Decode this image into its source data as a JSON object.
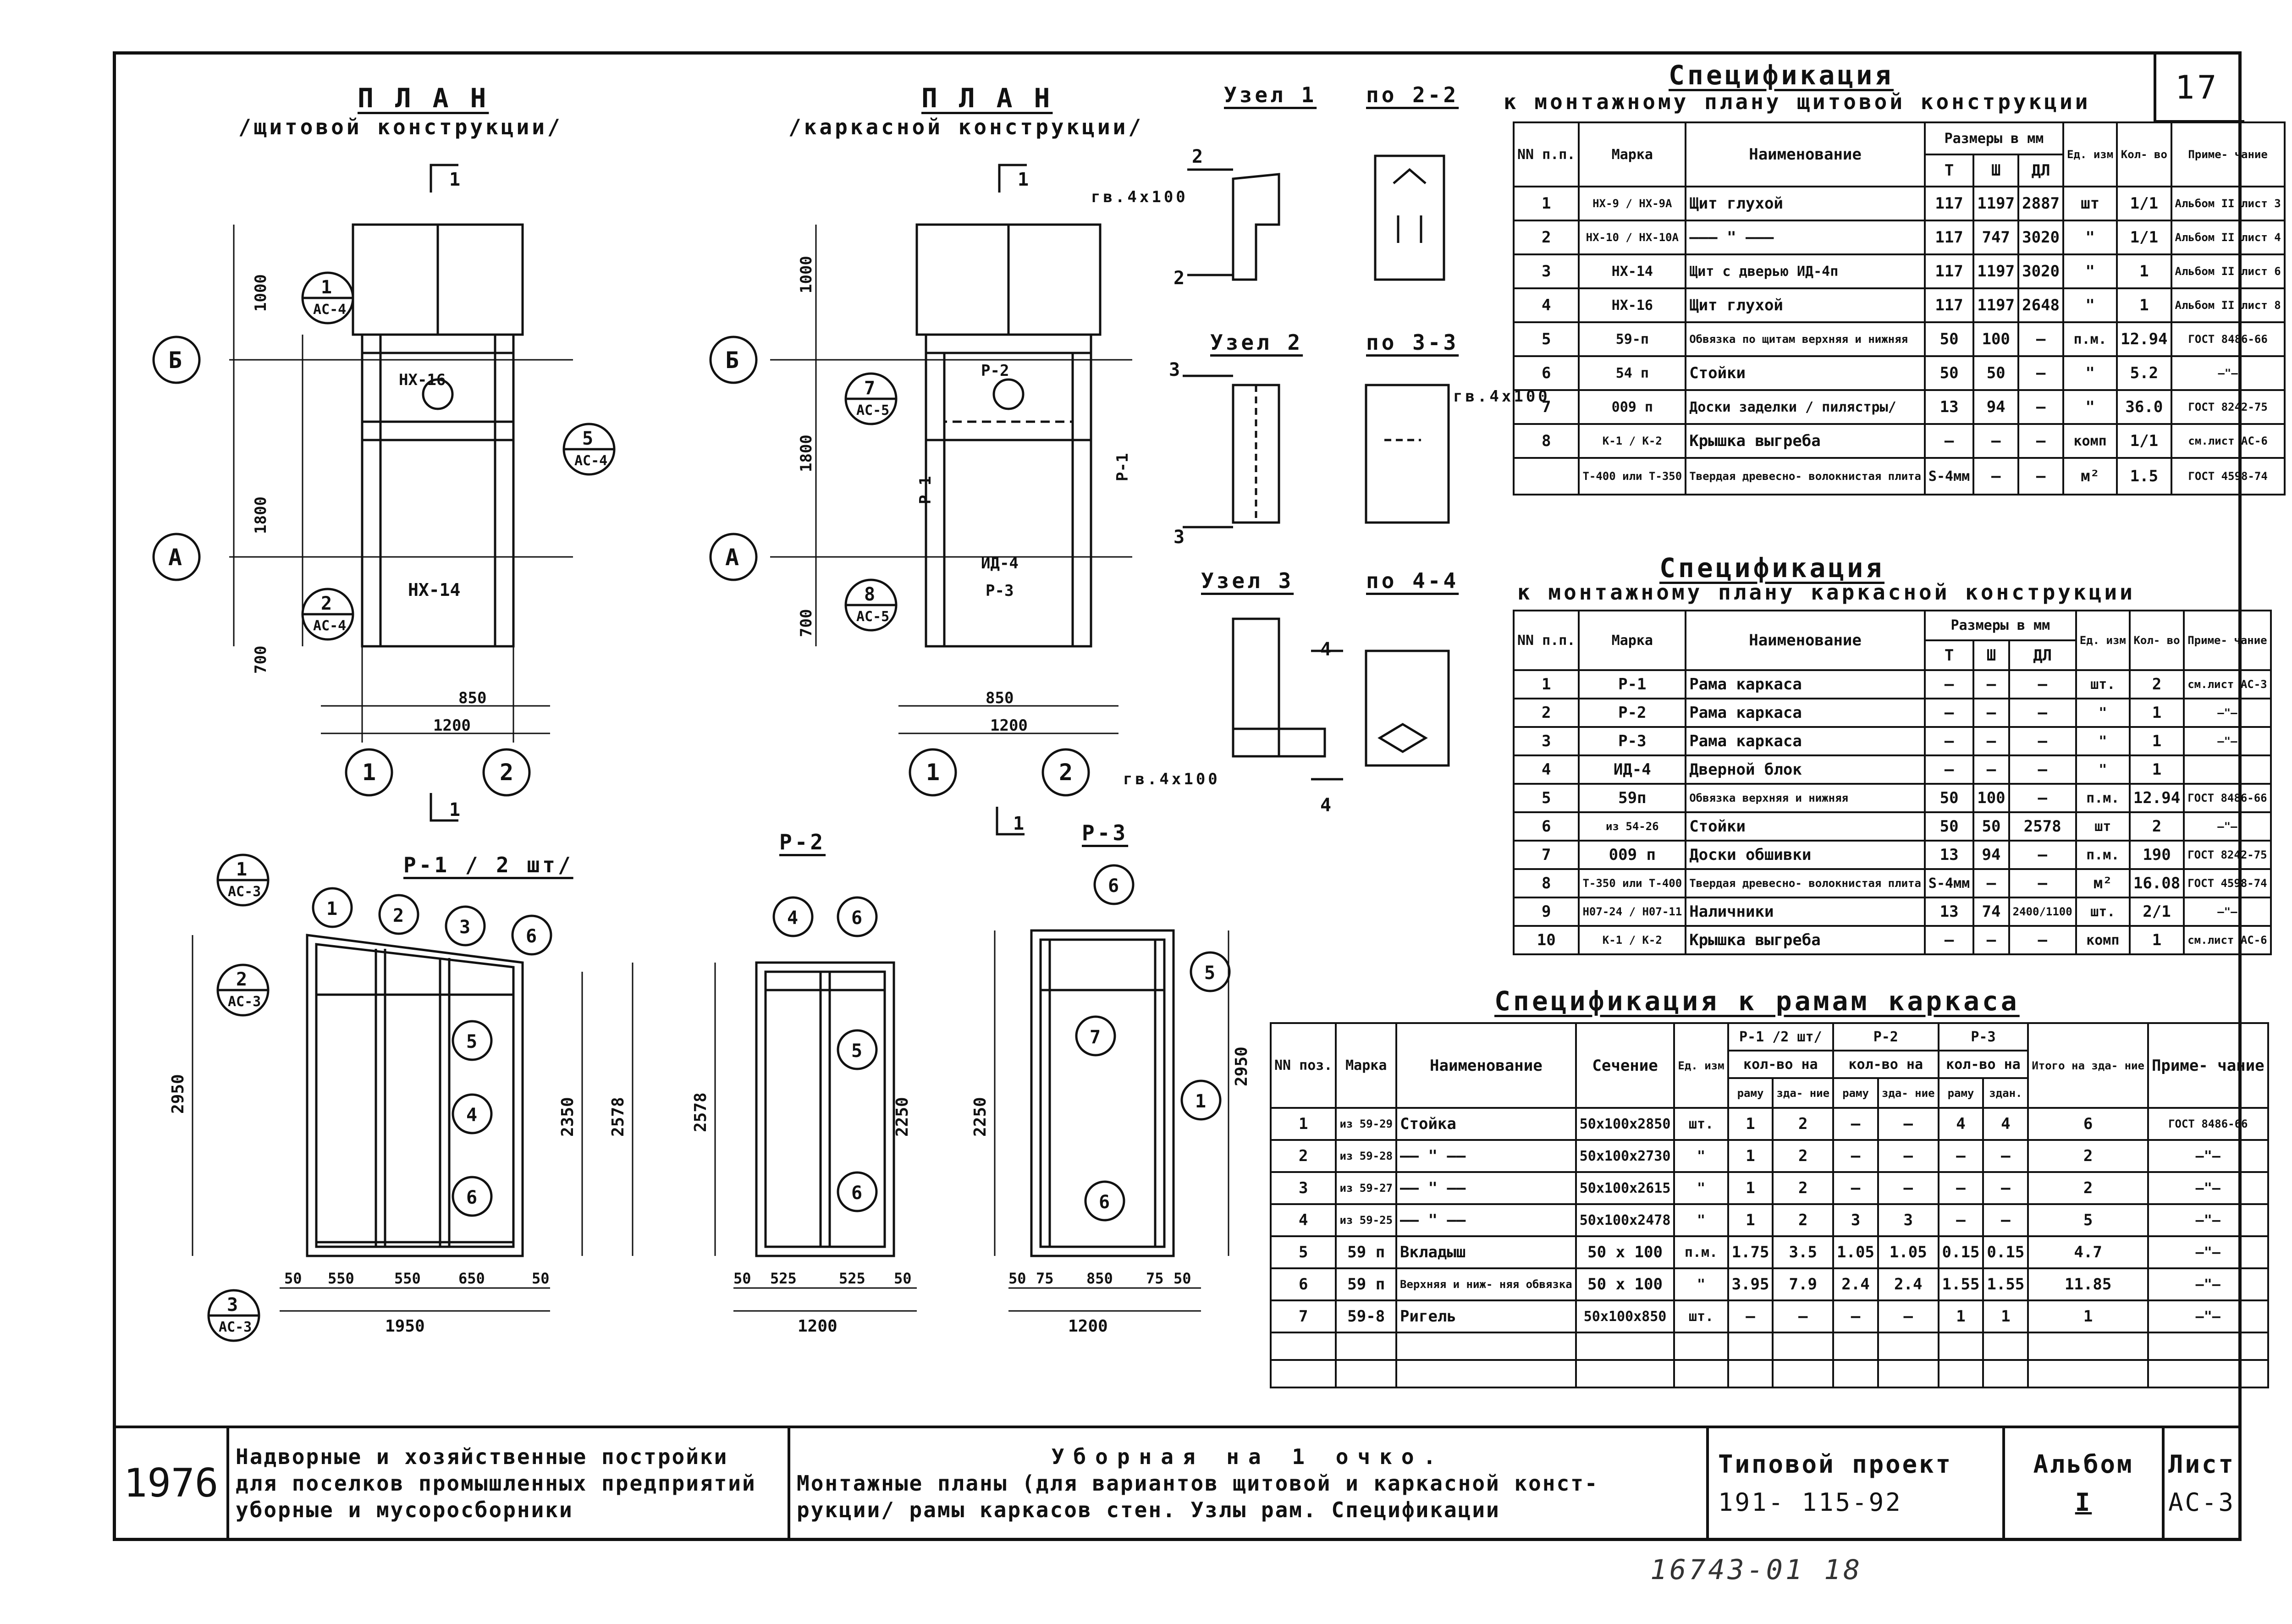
{
  "sheet_number": "17",
  "plan_shield": {
    "title": "П Л А Н",
    "subtitle": "/щитовой конструкции/"
  },
  "plan_frame": {
    "title": "П Л А Н",
    "subtitle": "/каркасной конструкции/"
  },
  "nodes": {
    "node1": "Узел 1",
    "node2": "Узел 2",
    "node3": "Узел 3",
    "sec22": "по 2-2",
    "sec33": "по 3-3",
    "sec44": "по 4-4",
    "nail": "гв.4х100"
  },
  "frames": {
    "p1": "Р-1 / 2 шт/",
    "p2": "Р-2",
    "p3": "Р-3"
  },
  "spec1": {
    "title": "Спецификация",
    "subtitle": "к монтажному плану щитовой конструкции",
    "headers": {
      "nn": "NN п.п.",
      "mark": "Марка",
      "name": "Наименование",
      "sizes": "Размеры в мм",
      "t": "Т",
      "sh": "Ш",
      "dl": "ДЛ",
      "unit": "Ед. изм",
      "qty": "Кол- во",
      "note": "Приме- чание"
    },
    "rows": [
      {
        "n": "1",
        "mark": "НХ-9 / НХ-9А",
        "name": "Щит глухой",
        "t": "117",
        "sh": "1197",
        "dl": "2887",
        "unit": "шт",
        "qty": "1/1",
        "note": "Альбом II лист 3"
      },
      {
        "n": "2",
        "mark": "НХ-10 / НХ-10А",
        "name": "——— \" ———",
        "t": "117",
        "sh": "747",
        "dl": "3020",
        "unit": "\"",
        "qty": "1/1",
        "note": "Альбом II лист 4"
      },
      {
        "n": "3",
        "mark": "НХ-14",
        "name": "Щит с дверью ИД-4п",
        "t": "117",
        "sh": "1197",
        "dl": "3020",
        "unit": "\"",
        "qty": "1",
        "note": "Альбом II лист 6"
      },
      {
        "n": "4",
        "mark": "НХ-16",
        "name": "Щит глухой",
        "t": "117",
        "sh": "1197",
        "dl": "2648",
        "unit": "\"",
        "qty": "1",
        "note": "Альбом II лист 8"
      },
      {
        "n": "5",
        "mark": "59-п",
        "name": "Обвязка по щитам верхняя и нижняя",
        "t": "50",
        "sh": "100",
        "dl": "—",
        "unit": "п.м.",
        "qty": "12.94",
        "note": "ГОСТ 8486-66"
      },
      {
        "n": "6",
        "mark": "54 п",
        "name": "Стойки",
        "t": "50",
        "sh": "50",
        "dl": "—",
        "unit": "\"",
        "qty": "5.2",
        "note": "—\"—"
      },
      {
        "n": "7",
        "mark": "009 п",
        "name": "Доски заделки / пилястры/",
        "t": "13",
        "sh": "94",
        "dl": "—",
        "unit": "\"",
        "qty": "36.0",
        "note": "ГОСТ 8242-75"
      },
      {
        "n": "8",
        "mark": "К-1 / К-2",
        "name": "Крышка выгреба",
        "t": "—",
        "sh": "—",
        "dl": "—",
        "unit": "комп",
        "qty": "1/1",
        "note": "см.лист АС-6"
      },
      {
        "n": "",
        "mark": "Т-400 или Т-350",
        "name": "Твердая древесно- волокнистая плита",
        "t": "S-4мм",
        "sh": "—",
        "dl": "—",
        "unit": "м²",
        "qty": "1.5",
        "note": "ГОСТ 4598-74"
      }
    ]
  },
  "spec2": {
    "title": "Спецификация",
    "subtitle": "к монтажному плану каркасной конструкции",
    "rows": [
      {
        "n": "1",
        "mark": "Р-1",
        "name": "Рама каркаса",
        "t": "—",
        "sh": "—",
        "dl": "—",
        "unit": "шт.",
        "qty": "2",
        "note": "см.лист АС-3"
      },
      {
        "n": "2",
        "mark": "Р-2",
        "name": "Рама каркаса",
        "t": "—",
        "sh": "—",
        "dl": "—",
        "unit": "\"",
        "qty": "1",
        "note": "—\"—"
      },
      {
        "n": "3",
        "mark": "Р-3",
        "name": "Рама каркаса",
        "t": "—",
        "sh": "—",
        "dl": "—",
        "unit": "\"",
        "qty": "1",
        "note": "—\"—"
      },
      {
        "n": "4",
        "mark": "ИД-4",
        "name": "Дверной блок",
        "t": "—",
        "sh": "—",
        "dl": "—",
        "unit": "\"",
        "qty": "1",
        "note": ""
      },
      {
        "n": "5",
        "mark": "59п",
        "name": "Обвязка верхняя и нижняя",
        "t": "50",
        "sh": "100",
        "dl": "—",
        "unit": "п.м.",
        "qty": "12.94",
        "note": "ГОСТ 8486-66"
      },
      {
        "n": "6",
        "mark": "из 54-26",
        "name": "Стойки",
        "t": "50",
        "sh": "50",
        "dl": "2578",
        "unit": "шт",
        "qty": "2",
        "note": "—\"—"
      },
      {
        "n": "7",
        "mark": "009 п",
        "name": "Доски обшивки",
        "t": "13",
        "sh": "94",
        "dl": "—",
        "unit": "п.м.",
        "qty": "190",
        "note": "ГОСТ 8242-75"
      },
      {
        "n": "8",
        "mark": "Т-350 или Т-400",
        "name": "Твердая древесно- волокнистая плита",
        "t": "S-4мм",
        "sh": "—",
        "dl": "—",
        "unit": "м²",
        "qty": "16.08",
        "note": "ГОСТ 4598-74"
      },
      {
        "n": "9",
        "mark": "Н07-24 / Н07-11",
        "name": "Наличники",
        "t": "13",
        "sh": "74",
        "dl": "2400/1100",
        "unit": "шт.",
        "qty": "2/1",
        "note": "—\"—"
      },
      {
        "n": "10",
        "mark": "К-1 / К-2",
        "name": "Крышка выгреба",
        "t": "—",
        "sh": "—",
        "dl": "—",
        "unit": "комп",
        "qty": "1",
        "note": "см.лист АС-6"
      }
    ]
  },
  "spec3": {
    "title": "Спецификация к рамам каркаса",
    "headers": {
      "nn": "NN поз.",
      "mark": "Марка",
      "name": "Наименование",
      "section": "Сечение",
      "unit": "Ед. изм",
      "p1": "Р-1 /2 шт/",
      "p2": "Р-2",
      "p3": "Р-3",
      "qty_frame": "кол-во на",
      "frame": "раму",
      "building": "зда- ние",
      "building2": "здан.",
      "total": "Итого на зда- ние",
      "note": "Приме- чание"
    },
    "rows": [
      {
        "n": "1",
        "mark": "из 59-29",
        "name": "Стойка",
        "section": "50х100х2850",
        "unit": "шт.",
        "p1r": "1",
        "p1b": "2",
        "p2r": "—",
        "p2b": "—",
        "p3r": "4",
        "p3b": "4",
        "total": "6",
        "note": "ГОСТ 8486-66"
      },
      {
        "n": "2",
        "mark": "из 59-28",
        "name": "—— \" ——",
        "section": "50х100х2730",
        "unit": "\"",
        "p1r": "1",
        "p1b": "2",
        "p2r": "—",
        "p2b": "—",
        "p3r": "—",
        "p3b": "—",
        "total": "2",
        "note": "—\"—"
      },
      {
        "n": "3",
        "mark": "из 59-27",
        "name": "—— \" ——",
        "section": "50х100х2615",
        "unit": "\"",
        "p1r": "1",
        "p1b": "2",
        "p2r": "—",
        "p2b": "—",
        "p3r": "—",
        "p3b": "—",
        "total": "2",
        "note": "—\"—"
      },
      {
        "n": "4",
        "mark": "из 59-25",
        "name": "—— \" ——",
        "section": "50х100х2478",
        "unit": "\"",
        "p1r": "1",
        "p1b": "2",
        "p2r": "3",
        "p2b": "3",
        "p3r": "—",
        "p3b": "—",
        "total": "5",
        "note": "—\"—"
      },
      {
        "n": "5",
        "mark": "59 п",
        "name": "Вкладыш",
        "section": "50 х 100",
        "unit": "п.м.",
        "p1r": "1.75",
        "p1b": "3.5",
        "p2r": "1.05",
        "p2b": "1.05",
        "p3r": "0.15",
        "p3b": "0.15",
        "total": "4.7",
        "note": "—\"—"
      },
      {
        "n": "6",
        "mark": "59 п",
        "name": "Верхняя и ниж- няя обвязка",
        "section": "50 х 100",
        "unit": "\"",
        "p1r": "3.95",
        "p1b": "7.9",
        "p2r": "2.4",
        "p2b": "2.4",
        "p3r": "1.55",
        "p3b": "1.55",
        "total": "11.85",
        "note": "—\"—"
      },
      {
        "n": "7",
        "mark": "59-8",
        "name": "Ригель",
        "section": "50х100х850",
        "unit": "шт.",
        "p1r": "—",
        "p1b": "—",
        "p2r": "—",
        "p2b": "—",
        "p3r": "1",
        "p3b": "1",
        "total": "1",
        "note": "—\"—"
      }
    ]
  },
  "stamp": {
    "year": "1976",
    "project_title": "Надворные и хозяйственные постройки для поселков промышленных предприятий уборные и мусоросборники",
    "drawing_title_1": "Уборная на 1 очко.",
    "drawing_title_2": "Монтажные планы (для вариантов щитовой и каркасной конст- рукции/ рамы каркасов стен. Узлы рам. Спецификации",
    "typical_project_label": "Типовой проект",
    "typical_project_value": "191- 115-92",
    "album_label": "Альбом",
    "album_value": "I",
    "sheet_label": "Лист",
    "sheet_value": "АС-3"
  },
  "inventory_number": "16743-01 18"
}
